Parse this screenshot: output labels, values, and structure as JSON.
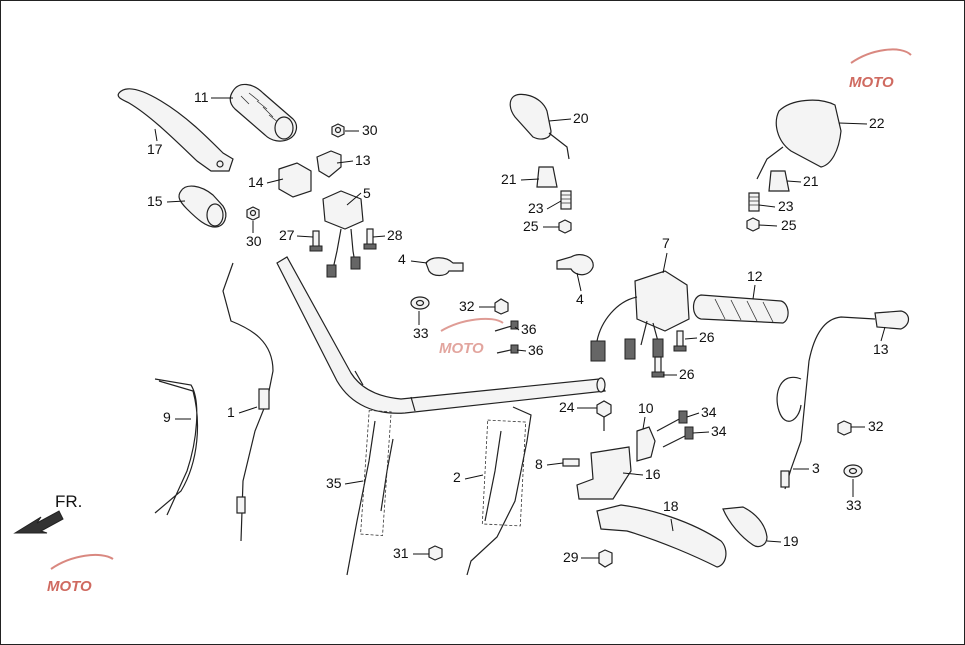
{
  "diagram": {
    "direction_label": "FR.",
    "watermark_text": "MOTO",
    "accent_color": "#c0392b",
    "callouts": [
      {
        "id": "c1",
        "label": "1"
      },
      {
        "id": "c2",
        "label": "2"
      },
      {
        "id": "c3",
        "label": "3"
      },
      {
        "id": "c4a",
        "label": "4"
      },
      {
        "id": "c4b",
        "label": "4"
      },
      {
        "id": "c5",
        "label": "5"
      },
      {
        "id": "c7",
        "label": "7"
      },
      {
        "id": "c8",
        "label": "8"
      },
      {
        "id": "c9",
        "label": "9"
      },
      {
        "id": "c10",
        "label": "10"
      },
      {
        "id": "c11",
        "label": "11"
      },
      {
        "id": "c12",
        "label": "12"
      },
      {
        "id": "c13a",
        "label": "13"
      },
      {
        "id": "c13b",
        "label": "13"
      },
      {
        "id": "c14",
        "label": "14"
      },
      {
        "id": "c15",
        "label": "15"
      },
      {
        "id": "c16",
        "label": "16"
      },
      {
        "id": "c17",
        "label": "17"
      },
      {
        "id": "c18",
        "label": "18"
      },
      {
        "id": "c19",
        "label": "19"
      },
      {
        "id": "c20",
        "label": "20"
      },
      {
        "id": "c21a",
        "label": "21"
      },
      {
        "id": "c21b",
        "label": "21"
      },
      {
        "id": "c22",
        "label": "22"
      },
      {
        "id": "c23a",
        "label": "23"
      },
      {
        "id": "c23b",
        "label": "23"
      },
      {
        "id": "c24",
        "label": "24"
      },
      {
        "id": "c25a",
        "label": "25"
      },
      {
        "id": "c25b",
        "label": "25"
      },
      {
        "id": "c26a",
        "label": "26"
      },
      {
        "id": "c26b",
        "label": "26"
      },
      {
        "id": "c27",
        "label": "27"
      },
      {
        "id": "c28",
        "label": "28"
      },
      {
        "id": "c29",
        "label": "29"
      },
      {
        "id": "c30a",
        "label": "30"
      },
      {
        "id": "c30b",
        "label": "30"
      },
      {
        "id": "c31",
        "label": "31"
      },
      {
        "id": "c32a",
        "label": "32"
      },
      {
        "id": "c32b",
        "label": "32"
      },
      {
        "id": "c33a",
        "label": "33"
      },
      {
        "id": "c33b",
        "label": "33"
      },
      {
        "id": "c34a",
        "label": "34"
      },
      {
        "id": "c34b",
        "label": "34"
      },
      {
        "id": "c35",
        "label": "35"
      },
      {
        "id": "c36a",
        "label": "36"
      },
      {
        "id": "c36b",
        "label": "36"
      }
    ]
  }
}
